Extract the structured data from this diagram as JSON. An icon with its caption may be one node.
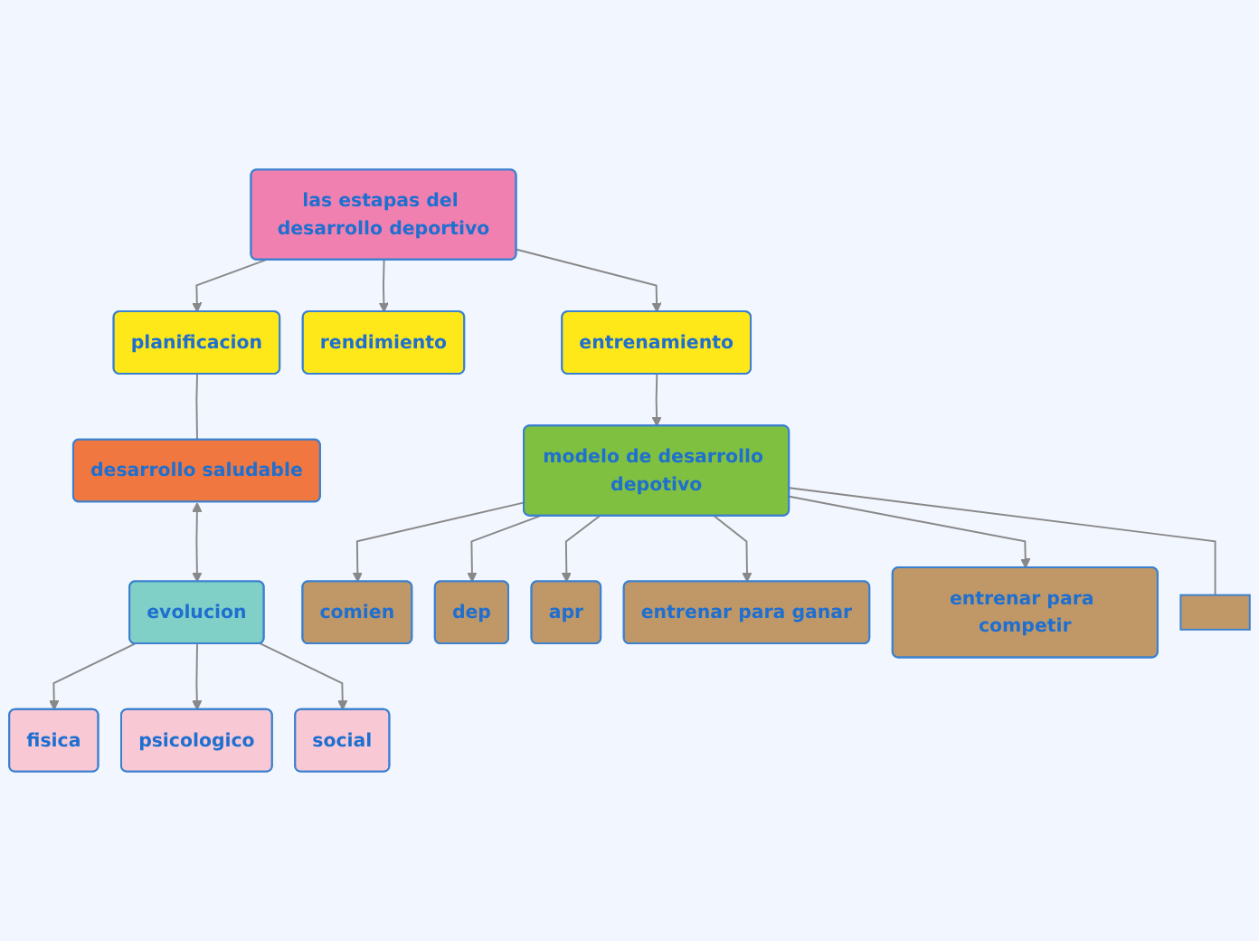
{
  "diagram": {
    "nodes": [
      {
        "text": [
          "las estapas del desarrollo deportivo"
        ]
      },
      {
        "text": [
          "planificacion"
        ]
      },
      {
        "text": [
          "rendimiento"
        ]
      },
      {
        "text": [
          "entrenamiento"
        ]
      },
      {
        "text": [
          "desarrollo saludable"
        ]
      },
      {
        "text": [
          "modelo de desarrollo depotivo"
        ]
      },
      {
        "text": [
          "evolucion"
        ]
      },
      {
        "text": [
          "fisica"
        ]
      },
      {
        "text": [
          "psicologico"
        ]
      },
      {
        "text": [
          "social"
        ]
      },
      {
        "text": [
          "comien"
        ]
      },
      {
        "text": [
          "dep"
        ]
      },
      {
        "text": [
          "apr"
        ]
      },
      {
        "text": [
          "entrenar para ganar"
        ]
      },
      {
        "text": [
          "entrenar para competir"
        ]
      },
      {
        "text": [],
        "shape": "box"
      }
    ],
    "edges": [
      {
        "from": 0,
        "to": 1,
        "arrow": "to"
      },
      {
        "from": 0,
        "to": 2,
        "arrow": "to"
      },
      {
        "from": 0,
        "to": 3,
        "arrow": "to"
      },
      {
        "from": 3,
        "to": 5,
        "arrow": "to"
      },
      {
        "from": 1,
        "to": 4,
        "arrow": "none"
      },
      {
        "from": 4,
        "to": 6,
        "arrow": "both"
      },
      {
        "from": 6,
        "to": 7,
        "arrow": "to"
      },
      {
        "from": 6,
        "to": 8,
        "arrow": "to"
      },
      {
        "from": 6,
        "to": 9,
        "arrow": "to"
      },
      {
        "from": 5,
        "to": 10,
        "arrow": "to"
      },
      {
        "from": 5,
        "to": 11,
        "arrow": "to"
      },
      {
        "from": 5,
        "to": 12,
        "arrow": "to"
      },
      {
        "from": 5,
        "to": 13,
        "arrow": "to"
      },
      {
        "from": 5,
        "to": 14,
        "arrow": "to"
      },
      {
        "from": 5,
        "to": 15,
        "arrow": "none"
      }
    ]
  }
}
